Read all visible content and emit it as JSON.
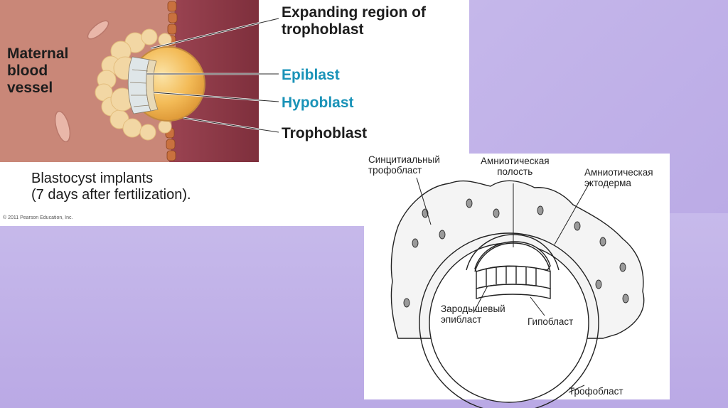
{
  "top_figure": {
    "labels": {
      "maternal_blood_vessel": "Maternal\nblood\nvessel",
      "expanding_region": "Expanding region of\ntrophoblast",
      "epiblast": "Epiblast",
      "hypoblast": "Hypoblast",
      "trophoblast": "Trophoblast"
    },
    "caption": "Blastocyst implants\n(7 days after fertilization).",
    "copyright": "© 2011 Pearson Education, Inc.",
    "colors": {
      "endometrium": "#c98778",
      "uterine_wall": "#8e3a47",
      "trophoblast": "#f2d7a4",
      "blastocoel": "#f0b54f",
      "epiblast_accent": "#1a93b8"
    }
  },
  "bottom_figure": {
    "labels": {
      "syncytiotrophoblast": "Синцитиальный\nтрофобласт",
      "amniotic_cavity": "Амниотическая\nполость",
      "amniotic_ectoderm": "Амниотическая\nэктодерма",
      "embryonic_epiblast": "Зародышевый\nэпибласт",
      "hypoblast": "Гипобласт",
      "trophoblast": "Трофобласт"
    }
  }
}
